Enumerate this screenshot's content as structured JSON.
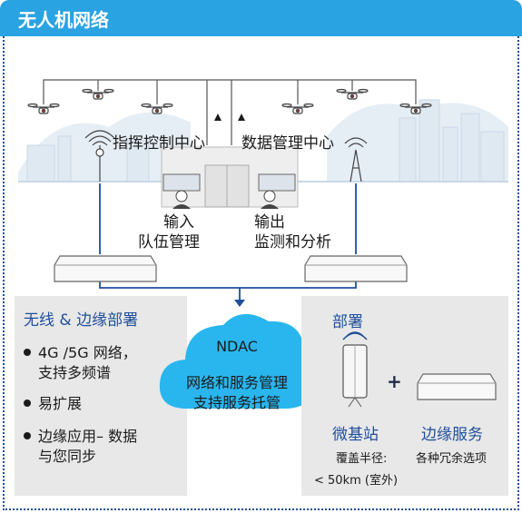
{
  "header": {
    "title": "无人机网络"
  },
  "centers": {
    "command": "指挥控制中心",
    "data": "数据管理中心"
  },
  "io": {
    "input_label": "输入",
    "input_desc": "队伍管理",
    "output_label": "输出",
    "output_desc": "监测和分析"
  },
  "left_panel": {
    "title": "无线 & 边缘部署",
    "bullets": [
      {
        "line1": "4G /5G 网络，",
        "line2": "支持多频谱"
      },
      {
        "line1": "易扩展",
        "line2": ""
      },
      {
        "line1": "边缘应用– 数据",
        "line2": "与您同步"
      }
    ]
  },
  "cloud": {
    "name": "NDAC",
    "line1": "网络和服务管理",
    "line2": "支持服务托管"
  },
  "right_panel": {
    "title": "部署",
    "plus": "+",
    "micro_station": "微基站",
    "coverage_label": "覆盖半径:",
    "coverage_value": "< 50km (室外)",
    "edge_service": "边缘服务",
    "edge_desc": "各种冗余选项"
  },
  "colors": {
    "header": "#2aa3e2",
    "accent_blue": "#1f4e9a",
    "cloud": "#29b6ef",
    "panel": "#e8e8e8",
    "skyline": "#d6e3ee"
  },
  "icons": [
    "drone-icon",
    "antenna-tower-icon",
    "router-icon",
    "operator-icon",
    "micro-base-station-icon",
    "edge-server-icon",
    "cloud-icon"
  ]
}
